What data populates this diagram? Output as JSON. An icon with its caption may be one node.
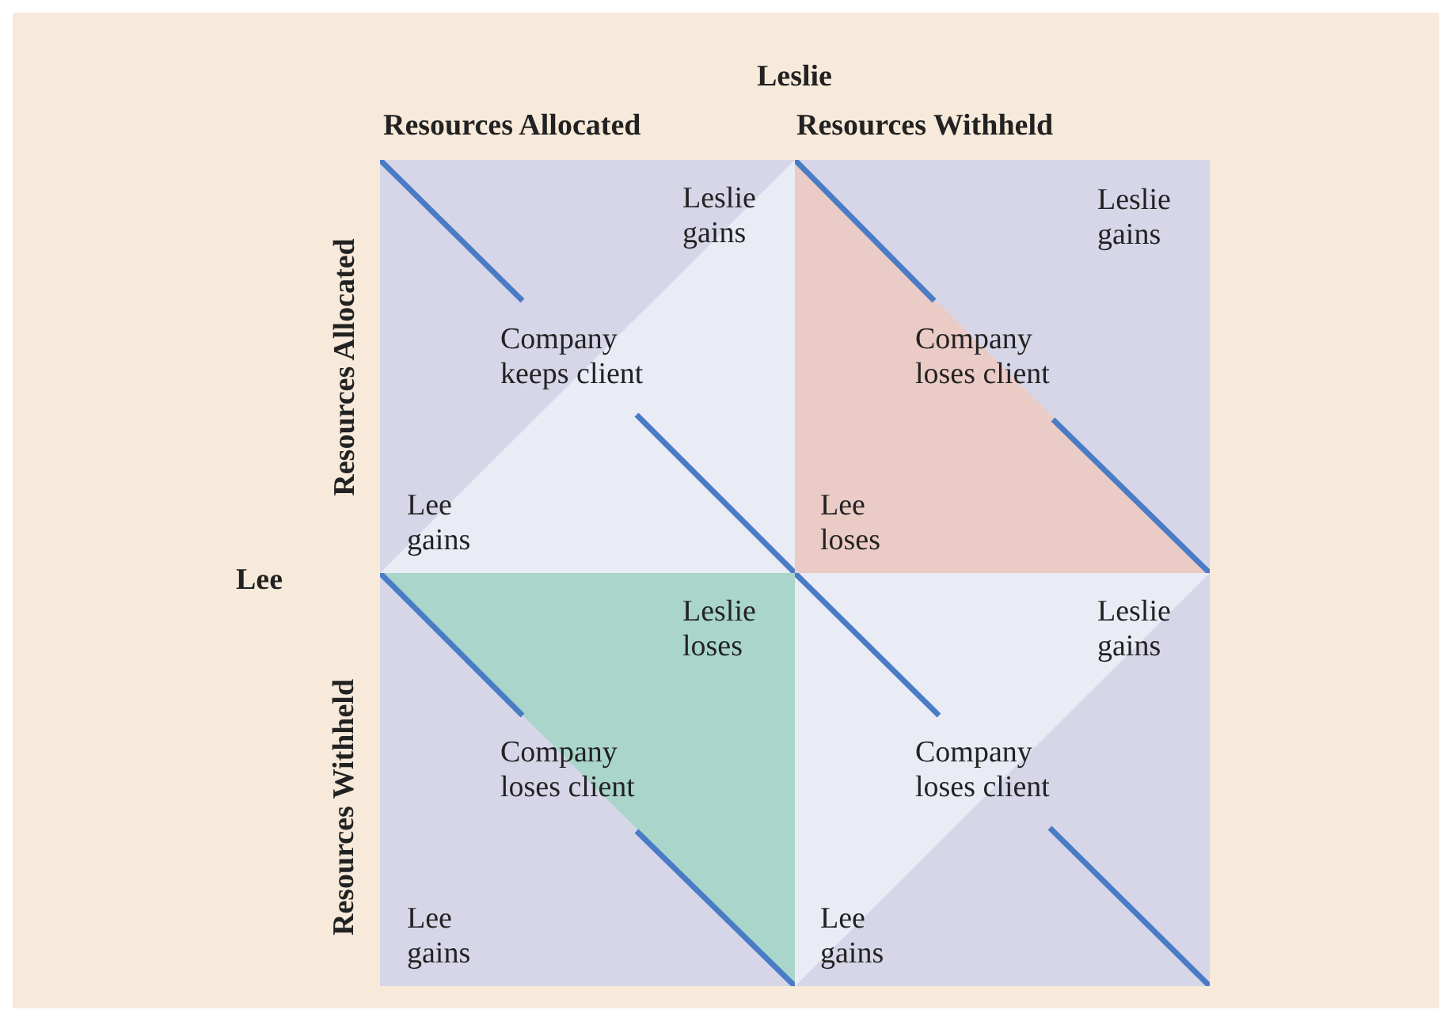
{
  "diagram": {
    "nodes": [
      {
        "text": [
          "Leslie gains",
          "Company keeps client",
          "Lee gains"
        ]
      },
      {
        "text": [
          "Leslie gains",
          "Company loses client",
          "Lee loses"
        ]
      },
      {
        "text": [
          "Leslie loses",
          "Company loses client",
          "Lee gains"
        ]
      },
      {
        "text": [
          "Leslie gains",
          "Company loses client",
          "Lee gains"
        ]
      }
    ],
    "labels": [
      "Leslie",
      "Resources Allocated",
      "Resources Withheld",
      "Lee",
      "Resources Allocated",
      "Resources Withheld"
    ]
  }
}
